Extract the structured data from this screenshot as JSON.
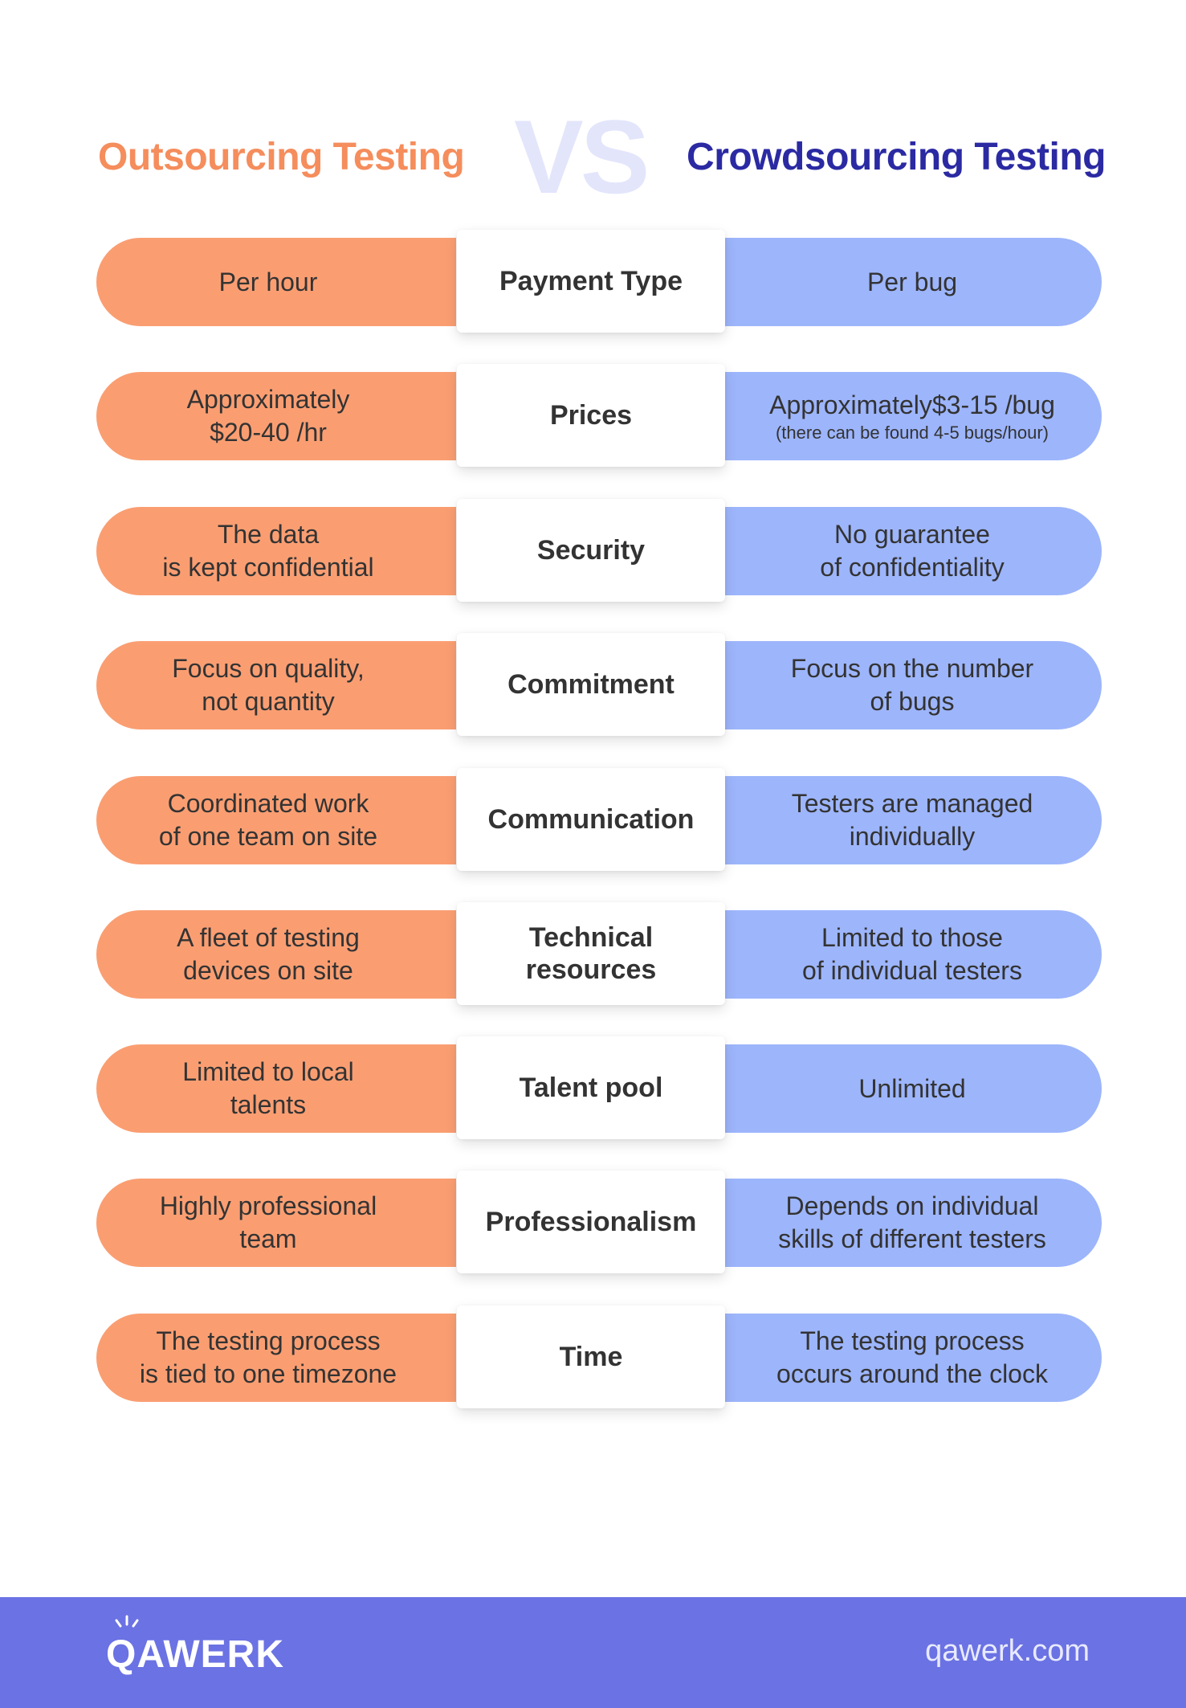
{
  "header": {
    "left_title": "Outsourcing Testing",
    "vs": "VS",
    "right_title": "Crowdsourcing Testing"
  },
  "colors": {
    "outsourcing": "#fa9e72",
    "crowdsourcing": "#9db5fb",
    "left_title": "#f58d5c",
    "right_title": "#2b2aa3",
    "footer": "#6b72e3"
  },
  "rows": [
    {
      "category": "Payment Type",
      "outsourcing": "Per hour",
      "crowdsourcing": "Per bug",
      "crowdsourcing_note": ""
    },
    {
      "category": "Prices",
      "outsourcing": "Approximately\n$20-40 /hr",
      "crowdsourcing": "Approximately$3-15 /bug",
      "crowdsourcing_note": "(there can be found 4-5 bugs/hour)"
    },
    {
      "category": "Security",
      "outsourcing": "The data\nis kept confidential",
      "crowdsourcing": "No guarantee\nof confidentiality",
      "crowdsourcing_note": ""
    },
    {
      "category": "Commitment",
      "outsourcing": "Focus on quality,\nnot quantity",
      "crowdsourcing": "Focus on the number\nof bugs",
      "crowdsourcing_note": ""
    },
    {
      "category": "Communication",
      "outsourcing": "Coordinated work\nof one team on site",
      "crowdsourcing": "Testers are managed\nindividually",
      "crowdsourcing_note": ""
    },
    {
      "category": "Technical\nresources",
      "outsourcing": "A fleet of testing\ndevices on site",
      "crowdsourcing": "Limited to those\nof individual testers",
      "crowdsourcing_note": ""
    },
    {
      "category": "Talent pool",
      "outsourcing": "Limited to local\ntalents",
      "crowdsourcing": "Unlimited",
      "crowdsourcing_note": ""
    },
    {
      "category": "Professionalism",
      "outsourcing": "Highly professional\nteam",
      "crowdsourcing": "Depends on individual\nskills of different testers",
      "crowdsourcing_note": ""
    },
    {
      "category": "Time",
      "outsourcing": "The testing process\nis tied to one timezone",
      "crowdsourcing": "The testing process\noccurs around the clock",
      "crowdsourcing_note": ""
    }
  ],
  "footer": {
    "logo": "QAWERK",
    "website": "qawerk.com"
  }
}
